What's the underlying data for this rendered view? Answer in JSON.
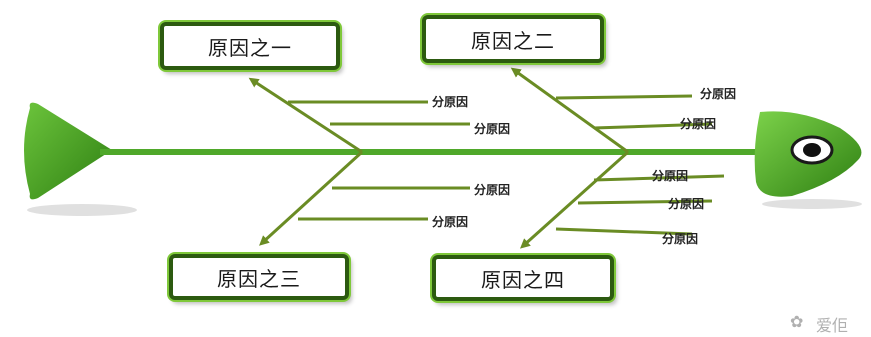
{
  "diagram": {
    "causes": [
      "原因之一",
      "原因之二",
      "原因之三",
      "原因之四"
    ],
    "sub_causes": {
      "cause1": [
        "分原因",
        "分原因"
      ],
      "cause2": [
        "分原因",
        "分原因"
      ],
      "cause3": [
        "分原因",
        "分原因"
      ],
      "cause4": [
        "分原因",
        "分原因",
        "分原因"
      ]
    },
    "watermark": "爱佢"
  },
  "colors": {
    "spine": "#4fa82a",
    "bone": "#6a8c24",
    "box_border": "#2c5a10",
    "head": "#3f9a1c",
    "tail": "#3f9a1c"
  }
}
